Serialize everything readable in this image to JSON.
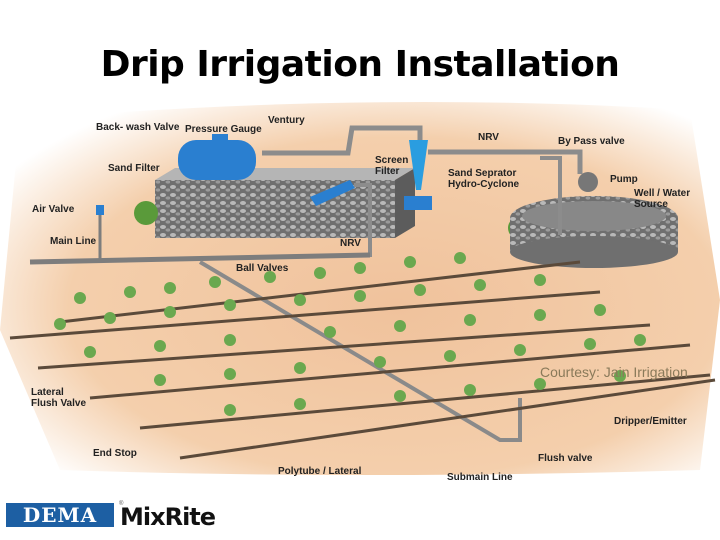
{
  "slide": {
    "title": "Drip Irrigation Installation"
  },
  "diagram": {
    "labels": {
      "backwash_valve": "Back- wash Valve",
      "pressure_gauge": "Pressure Gauge",
      "venturi": "Ventury",
      "sand_filter": "Sand Filter",
      "screen_filter": "Screen Filter",
      "nrv_top": "NRV",
      "bypass_valve": "By Pass valve",
      "sand_separator": "Sand Seprator Hydro-Cyclone",
      "pump": "Pump",
      "well": "Well / Water Source",
      "air_valve": "Air Valve",
      "main_line": "Main Line",
      "nrv_mid": "NRV",
      "ball_valves": "Ball Valves",
      "lateral_flush_valve": "Lateral Flush Valve",
      "end_stop": "End Stop",
      "polytube": "Polytube / Lateral",
      "submain": "Submain Line",
      "flush_valve": "Flush valve",
      "dripper": "Dripper/Emitter"
    },
    "courtesy": "Courtesy: Jain Irrigation",
    "colors": {
      "soil": "#f2c9a4",
      "pipe": "#8c8c8c",
      "equipment_blue": "#2a7fd0",
      "plant_green": "#6aa84f"
    }
  },
  "footer": {
    "logo_left": "DEMA",
    "logo_right": "MixRite",
    "logo_color": "#1d5fa3"
  }
}
